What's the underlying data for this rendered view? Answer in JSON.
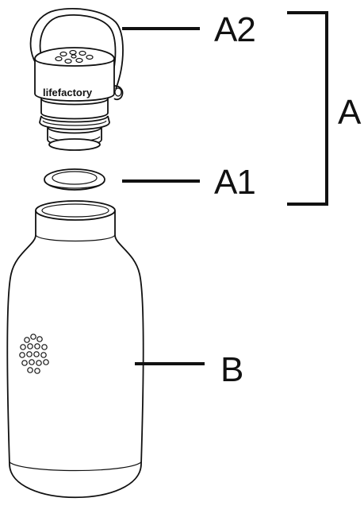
{
  "labels": {
    "cap_top": "A2",
    "gasket": "A1",
    "cap_assembly": "A",
    "bottle": "B"
  },
  "brand_text": "lifefactory"
}
